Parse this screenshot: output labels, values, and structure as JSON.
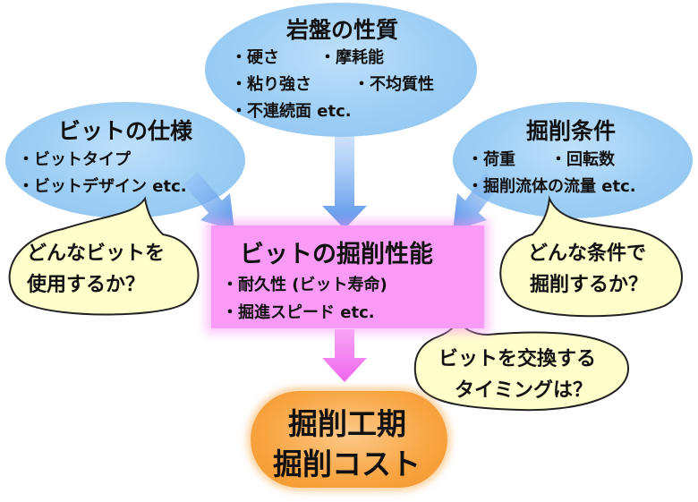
{
  "rock": {
    "title": "岩盤の性質",
    "line1a": "・硬さ",
    "line1b": "・摩耗能",
    "line2a": "・粘り強さ",
    "line2b": "・不均質性",
    "line3": "・不連続面 etc."
  },
  "bit_spec": {
    "title": "ビットの仕様",
    "line1": "・ビットタイプ",
    "line2": "・ビットデザイン etc."
  },
  "drill_cond": {
    "title": "掘削条件",
    "line1a": "・荷重",
    "line1b": "・回転数",
    "line2": "・掘削流体の流量 etc."
  },
  "performance": {
    "title": "ビットの掘削性能",
    "line1": "・耐久性 (ビット寿命)",
    "line2": "・掘進スピード etc."
  },
  "result": {
    "line1": "掘削工期",
    "line2": "掘削コスト"
  },
  "bubbles": {
    "left_line1": "どんなビットを",
    "left_line2": "使用するか？",
    "right_line1": "どんな条件で",
    "right_line2": "掘削するか？",
    "center_line1": "ビットを交換する",
    "center_line2": "タイミングは？"
  },
  "colors": {
    "ellipse_blue": "#9ccdf4",
    "arrow_blue": "#4f8fe8",
    "box_pink": "#f99bf6",
    "arrow_pink": "#f26ff0",
    "box_orange": "#f8a542",
    "bubble_fill": "#ffffcc"
  }
}
